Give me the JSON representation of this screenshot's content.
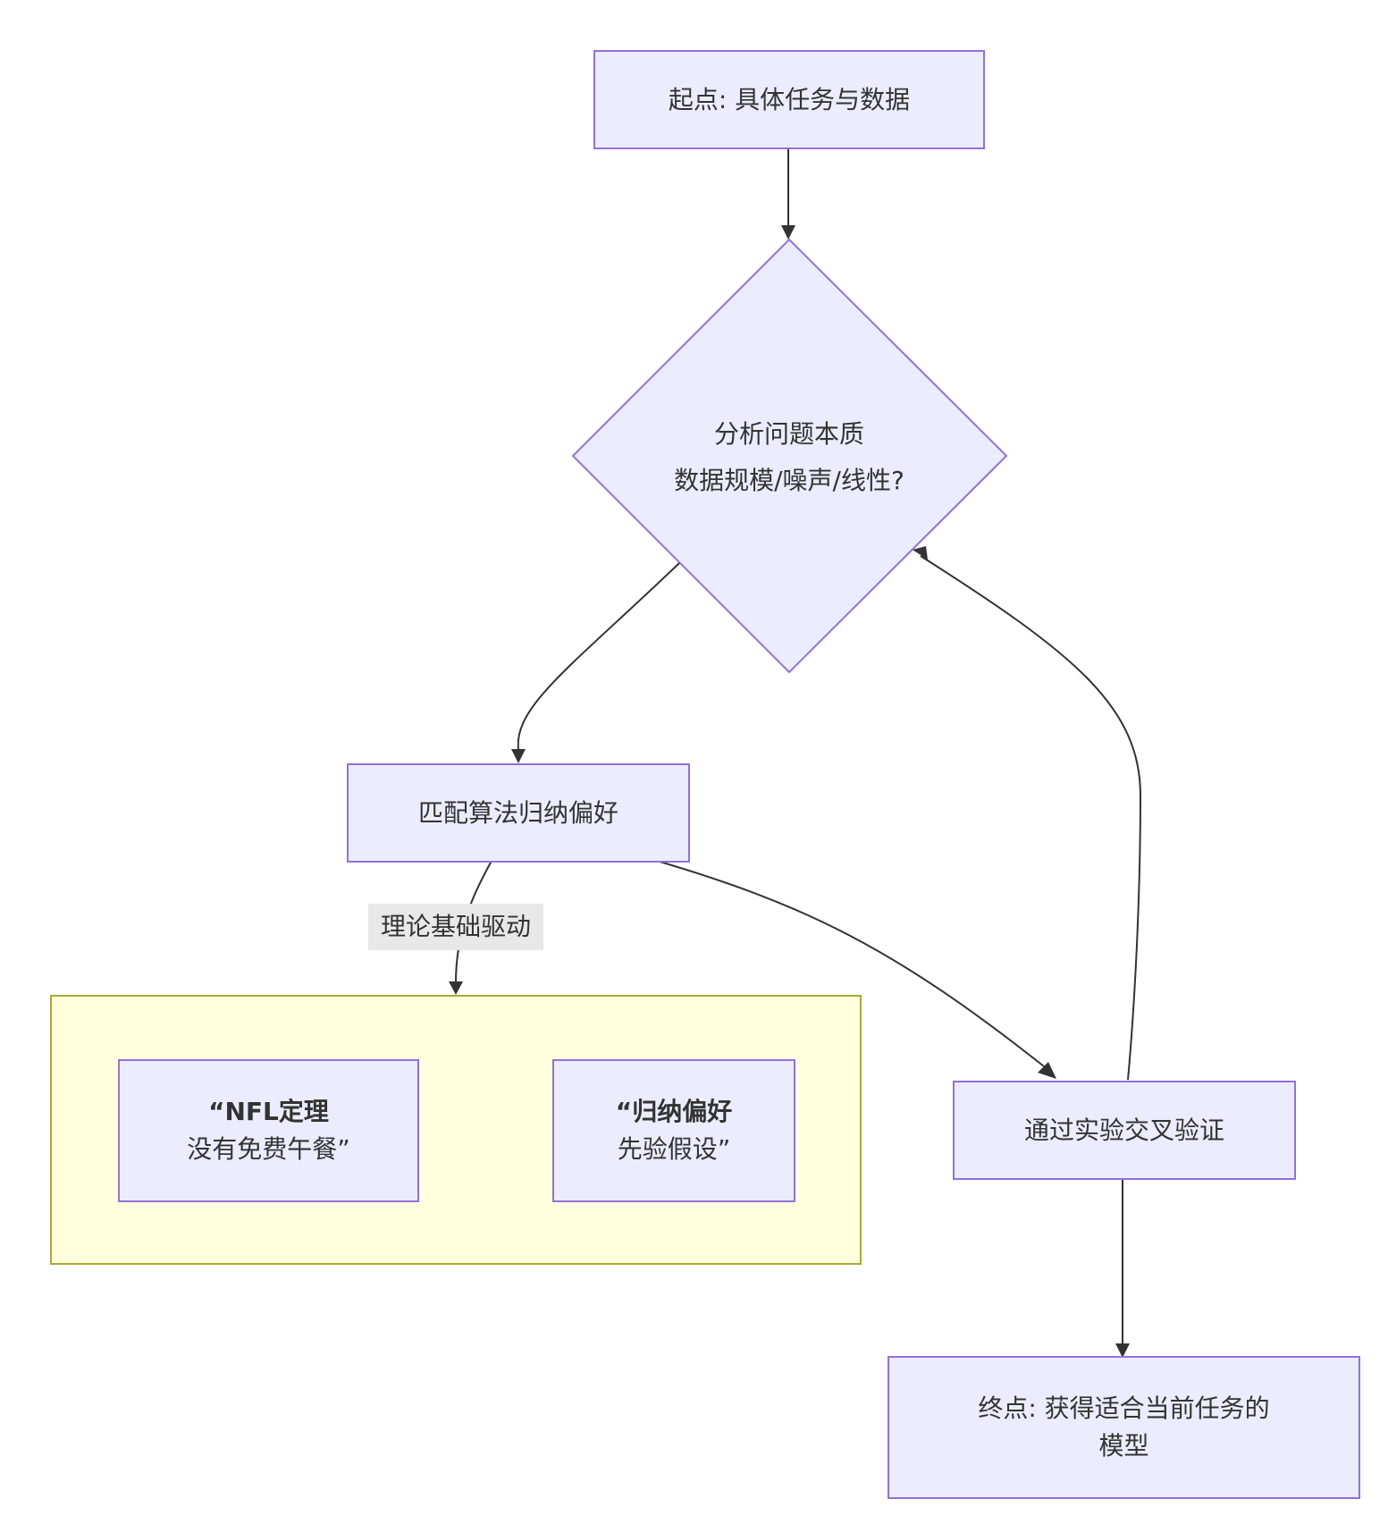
{
  "nodes": {
    "start": {
      "label": "起点: 具体任务与数据"
    },
    "analyze": {
      "line1": "分析问题本质",
      "line2": "数据规模/噪声/线性?"
    },
    "match": {
      "label": "匹配算法归纳偏好"
    },
    "nfl": {
      "line1": "“NFL定理",
      "line2": "没有免费午餐”"
    },
    "bias": {
      "line1": "“归纳偏好",
      "line2": "先验假设”"
    },
    "validate": {
      "label": "通过实验交叉验证"
    },
    "end": {
      "line1": "终点: 获得适合当前任务的",
      "line2": "模型"
    }
  },
  "edge_labels": {
    "theory": "理论基础驱动"
  },
  "colors": {
    "node_fill": "#ECECFF",
    "node_border": "#9370DB",
    "cluster_fill": "#FFFFDE",
    "cluster_border": "#AAAA33",
    "edge": "#333333",
    "edge_label_bg": "#E8E8E8"
  }
}
